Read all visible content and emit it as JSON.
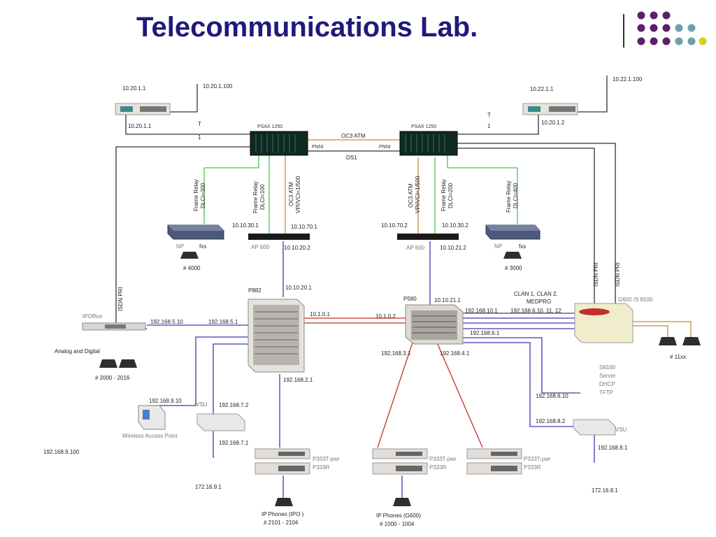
{
  "title": "Telecommunications Lab.",
  "colors": {
    "title": "#1f1a7a",
    "purple": "#5b1f6b",
    "teal": "#6fa0a6",
    "yellow": "#d9cf1c",
    "blue_link": "#3a3ab0",
    "red_link": "#c0302a",
    "green_link": "#4cc44c",
    "orange_link": "#c88a3c"
  },
  "labels": {
    "r1_top": "10.20.1.1",
    "r1_ext": "10.20.1.100",
    "r1_bottom": "10.20.1.1",
    "r2_top": "10.22.1.1",
    "r2_ext": "10.22.1.100",
    "r2_bottom": "10.20.1.2",
    "t1_left": "T",
    "t1_left2": "1",
    "t1_right": "T",
    "t1_right2": "1",
    "psax_left": "PSAX 1250",
    "psax_right": "PSAX 1250",
    "oc3_atm": "OC3 ATM",
    "pnni_left": "PNNI",
    "pnni_right": "PNNI",
    "ds1": "DS1",
    "fr300_a": "Frame Relay",
    "fr300_b": "DLCI=300",
    "fr100_a": "Frame Relay",
    "fr100_b": "DLCI=100",
    "oc3_500_a": "OC3 ATM",
    "oc3_500_b": "VPI/VCI=1/500",
    "oc3_500r_a": "OC3 ATM",
    "oc3_500r_b": "VPI/VCI=1/500",
    "fr200_a": "Frame Relay",
    "fr200_b": "DLCI=200",
    "fr400_a": "Frame Relay",
    "fr400_b": "DLCI=400",
    "ip_10_10_30_1": "10.10.30.1",
    "ip_10_10_70_1": "10.10.70.1",
    "ip_10_10_70_2": "10.10.70.2",
    "ip_10_10_30_2": "10.10.30.2",
    "ap600_left": "AP 600",
    "ap600_right": "AP 600",
    "ip_10_10_20_2": "10.10.20.2",
    "ip_10_10_21_2": "10.10.21.2",
    "np_left": "NP",
    "fxs_left": "fxs",
    "ext_4000": "# 4000",
    "np_right": "NP",
    "fxs_right": "fxs",
    "ext_3000": "# 3000",
    "isdn_left": "ISDN PRI",
    "isdn_right1": "ISDN PRI",
    "isdn_right2": "ISDN PRI",
    "p882": "P882",
    "ip_10_10_20_1": "10.10.20.1",
    "p580": "P580",
    "ip_10_10_21_1": "10.10.21.1",
    "ip_10_1_0_1": "10.1.0.1",
    "ip_10_1_0_2": "10.1.0.2",
    "ipoffice": "IPOffice",
    "ip_192_5_10": "192.168.5.10",
    "ip_192_5_1": "192.168.5.1",
    "analog_digital": "Analog and Digital",
    "ext_2000": "# 2000  - 2016",
    "clan_1": "CLAN 1, CLAN 2,",
    "clan_2": "MEDPRO",
    "ip_192_10_1": "192.168.10.1",
    "ip_192_6_10_11_12": "192.168.6.10, 11, 12",
    "g600": "G600 /S 8100",
    "ip_192_6_1": "192.168.6.1",
    "ext_11xx": "# 11xx",
    "ip_192_3_1": "192.168.3.1",
    "ip_192_4_1": "192.168.4.1",
    "ip_192_2_1": "192.168.2.1",
    "s8100_1": "S8100",
    "s8100_2": "Server",
    "s8100_3": "DHCP",
    "s8100_4": "TFTP",
    "ip_192_6_10": "192.168.6.10",
    "ip_192_8_2": "192.168.8.2",
    "vsu_right": "VSU",
    "ip_192_8_1": "192.168.8.1",
    "ip_172_8_1": "172.16.8.1",
    "ip_192_9_10": "192.168.9.10",
    "wap": "Wireless Access Point",
    "ip_192_9_100": "192.168.9.100",
    "vsu_left": "VSU",
    "ip_192_7_2": "192.168.7.2",
    "ip_192_7_1": "192.168.7.1",
    "ip_172_9_1": "172.16.9.1",
    "p333_l1": "P333T-pwr",
    "p333_l2": "P333R",
    "p333_c1": "P333T-pwr",
    "p333_c2": "P333R",
    "p333_r1": "P333T-pwr",
    "p333_r2": "P333R",
    "phones_ipo": "IP Phones   (IPO )",
    "phones_ipo_ext": "# 2101  - 2104",
    "phones_g600": "IP Phones   (G600)",
    "phones_g600_ext": "# 1000  - 1004"
  }
}
